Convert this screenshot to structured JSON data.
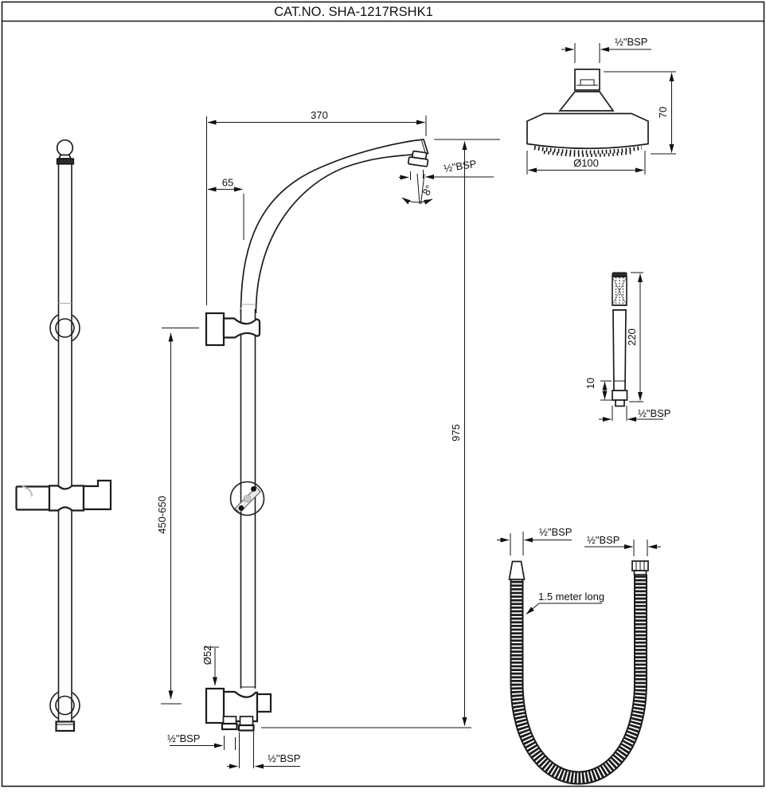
{
  "title": "CAT.NO. SHA-1217RSHK1",
  "colors": {
    "line": "#1c1c1c",
    "background": "#ffffff"
  },
  "labels": {
    "riser": {
      "arm_reach": "370",
      "wall_offset": "65",
      "arm_outlet_bsp": "½\"BSP",
      "arm_outlet_angle": "8°",
      "overall_height": "975",
      "bracket_adjust_range": "450-650",
      "flange_diameter": "Ø52",
      "hand_outlet_bsp": "½\"BSP",
      "inlet_bsp": "½\"BSP"
    },
    "overhead_shower": {
      "inlet_bsp": "½\"BSP",
      "height": "70",
      "face_diameter": "Ø100"
    },
    "hand_shower": {
      "length": "220",
      "collar_height": "10",
      "inlet_bsp": "½\"BSP"
    },
    "hose": {
      "end1_bsp": "½\"BSP",
      "end2_bsp": "½\"BSP",
      "length_note": "1.5 meter long"
    }
  }
}
